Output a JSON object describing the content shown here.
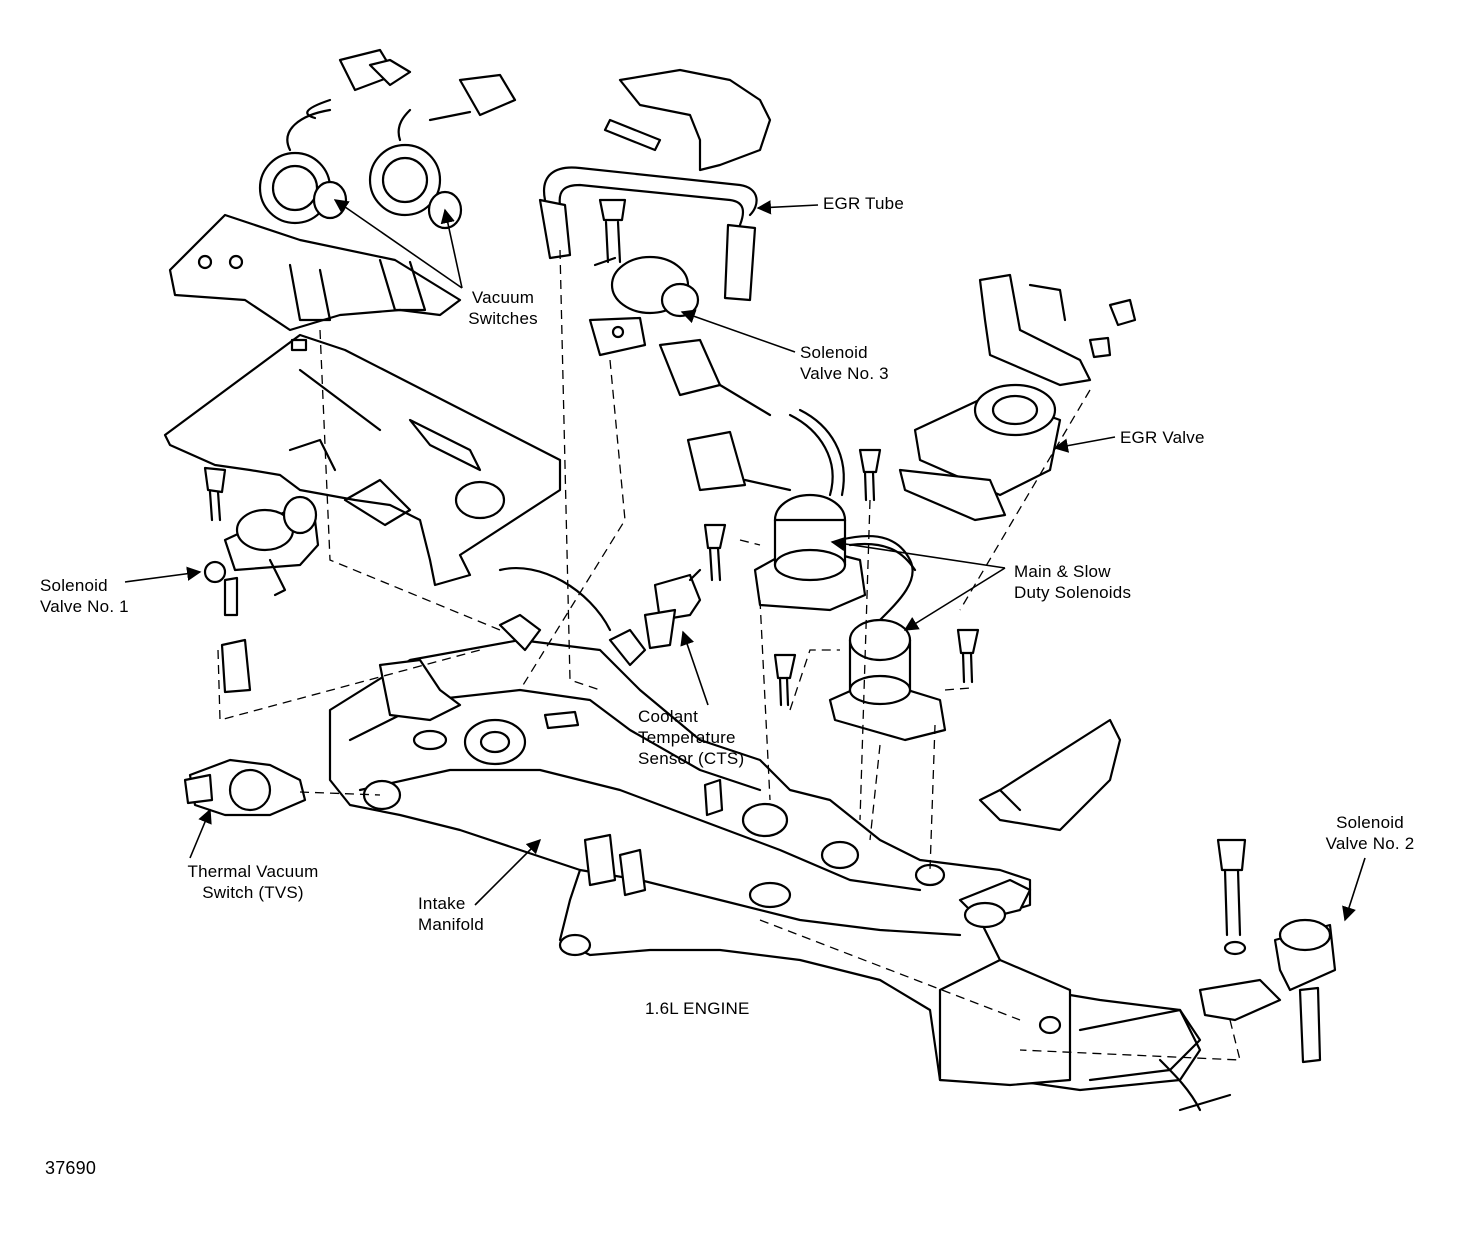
{
  "figure": {
    "caption": "1.6L ENGINE",
    "figure_number": "37690"
  },
  "labels": {
    "egr_tube": "EGR Tube",
    "vacuum_switches": "Vacuum\nSwitches",
    "solenoid_valve_3": "Solenoid\nValve No. 3",
    "egr_valve": "EGR Valve",
    "solenoid_valve_1": "Solenoid\nValve No. 1",
    "main_slow_duty": "Main & Slow\nDuty Solenoids",
    "coolant_sensor": "Coolant\nTemperature\nSensor (CTS)",
    "thermal_vacuum_switch": "Thermal Vacuum\nSwitch (TVS)",
    "intake_manifold": "Intake\nManifold",
    "solenoid_valve_2": "Solenoid\nValve No. 2"
  }
}
